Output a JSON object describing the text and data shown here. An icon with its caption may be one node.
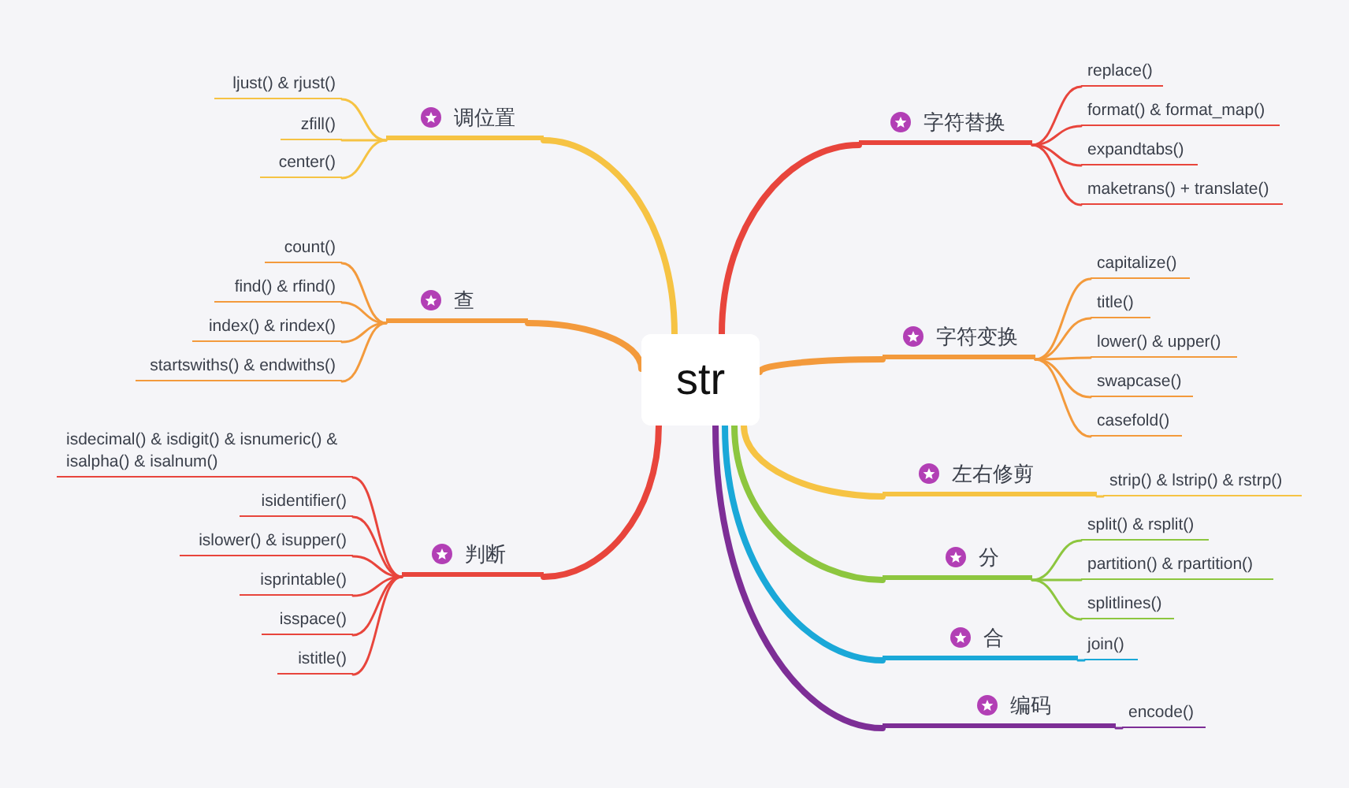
{
  "diagram": {
    "nodes": [
      {
        "text": [
          "str"
        ]
      },
      {
        "text": [
          "调位置"
        ]
      },
      {
        "text": [
          "ljust() & rjust()"
        ]
      },
      {
        "text": [
          "zfill()"
        ]
      },
      {
        "text": [
          "center()"
        ]
      },
      {
        "text": [
          "查"
        ]
      },
      {
        "text": [
          "count()"
        ]
      },
      {
        "text": [
          "find() & rfind()"
        ]
      },
      {
        "text": [
          "index() & rindex()"
        ]
      },
      {
        "text": [
          "startswiths() & endwiths()"
        ]
      },
      {
        "text": [
          "判断"
        ]
      },
      {
        "text": [
          "isdecimal() & isdigit() & isnumeric() & isalpha() & isalnum()"
        ]
      },
      {
        "text": [
          "isidentifier()"
        ]
      },
      {
        "text": [
          "islower() & isupper()"
        ]
      },
      {
        "text": [
          "isprintable()"
        ]
      },
      {
        "text": [
          "isspace()"
        ]
      },
      {
        "text": [
          "istitle()"
        ]
      },
      {
        "text": [
          "字符替换"
        ]
      },
      {
        "text": [
          "replace()"
        ]
      },
      {
        "text": [
          "format() & format_map()"
        ]
      },
      {
        "text": [
          "expandtabs()"
        ]
      },
      {
        "text": [
          "maketrans() + translate()"
        ]
      },
      {
        "text": [
          "字符变换"
        ]
      },
      {
        "text": [
          "capitalize()"
        ]
      },
      {
        "text": [
          "title()"
        ]
      },
      {
        "text": [
          "lower() & upper()"
        ]
      },
      {
        "text": [
          "swapcase()"
        ]
      },
      {
        "text": [
          "casefold()"
        ]
      },
      {
        "text": [
          "左右修剪"
        ]
      },
      {
        "text": [
          "strip() & lstrip() & rstrp()"
        ]
      },
      {
        "text": [
          "分"
        ]
      },
      {
        "text": [
          "split() & rsplit()"
        ]
      },
      {
        "text": [
          "partition() & rpartition()"
        ]
      },
      {
        "text": [
          "splitlines()"
        ]
      },
      {
        "text": [
          "合"
        ]
      },
      {
        "text": [
          "join()"
        ]
      },
      {
        "text": [
          "编码"
        ]
      },
      {
        "text": [
          "encode()"
        ]
      }
    ],
    "edges": [
      {
        "from": 0,
        "to": 1,
        "arrow": "none",
        "style": "thick",
        "color": "#f6c343"
      },
      {
        "from": 1,
        "to": 2,
        "arrow": "none",
        "color": "#f6c343"
      },
      {
        "from": 1,
        "to": 3,
        "arrow": "none",
        "color": "#f6c343"
      },
      {
        "from": 1,
        "to": 4,
        "arrow": "none",
        "color": "#f6c343"
      },
      {
        "from": 0,
        "to": 5,
        "arrow": "none",
        "style": "thick",
        "color": "#f39a3c"
      },
      {
        "from": 5,
        "to": 6,
        "arrow": "none",
        "color": "#f39a3c"
      },
      {
        "from": 5,
        "to": 7,
        "arrow": "none",
        "color": "#f39a3c"
      },
      {
        "from": 5,
        "to": 8,
        "arrow": "none",
        "color": "#f39a3c"
      },
      {
        "from": 5,
        "to": 9,
        "arrow": "none",
        "color": "#f39a3c"
      },
      {
        "from": 0,
        "to": 10,
        "arrow": "none",
        "style": "thick",
        "color": "#e8453c"
      },
      {
        "from": 10,
        "to": 11,
        "arrow": "none",
        "color": "#e8453c"
      },
      {
        "from": 10,
        "to": 12,
        "arrow": "none",
        "color": "#e8453c"
      },
      {
        "from": 10,
        "to": 13,
        "arrow": "none",
        "color": "#e8453c"
      },
      {
        "from": 10,
        "to": 14,
        "arrow": "none",
        "color": "#e8453c"
      },
      {
        "from": 10,
        "to": 15,
        "arrow": "none",
        "color": "#e8453c"
      },
      {
        "from": 10,
        "to": 16,
        "arrow": "none",
        "color": "#e8453c"
      },
      {
        "from": 0,
        "to": 17,
        "arrow": "none",
        "style": "thick",
        "color": "#e8453c"
      },
      {
        "from": 17,
        "to": 18,
        "arrow": "none",
        "color": "#e8453c"
      },
      {
        "from": 17,
        "to": 19,
        "arrow": "none",
        "color": "#e8453c"
      },
      {
        "from": 17,
        "to": 20,
        "arrow": "none",
        "color": "#e8453c"
      },
      {
        "from": 17,
        "to": 21,
        "arrow": "none",
        "color": "#e8453c"
      },
      {
        "from": 0,
        "to": 22,
        "arrow": "none",
        "style": "thick",
        "color": "#f39a3c"
      },
      {
        "from": 22,
        "to": 23,
        "arrow": "none",
        "color": "#f39a3c"
      },
      {
        "from": 22,
        "to": 24,
        "arrow": "none",
        "color": "#f39a3c"
      },
      {
        "from": 22,
        "to": 25,
        "arrow": "none",
        "color": "#f39a3c"
      },
      {
        "from": 22,
        "to": 26,
        "arrow": "none",
        "color": "#f39a3c"
      },
      {
        "from": 22,
        "to": 27,
        "arrow": "none",
        "color": "#f39a3c"
      },
      {
        "from": 0,
        "to": 28,
        "arrow": "none",
        "style": "thick",
        "color": "#f6c343"
      },
      {
        "from": 28,
        "to": 29,
        "arrow": "none",
        "color": "#f6c343"
      },
      {
        "from": 0,
        "to": 30,
        "arrow": "none",
        "style": "thick",
        "color": "#8dc63f"
      },
      {
        "from": 30,
        "to": 31,
        "arrow": "none",
        "color": "#8dc63f"
      },
      {
        "from": 30,
        "to": 32,
        "arrow": "none",
        "color": "#8dc63f"
      },
      {
        "from": 30,
        "to": 33,
        "arrow": "none",
        "color": "#8dc63f"
      },
      {
        "from": 0,
        "to": 34,
        "arrow": "none",
        "style": "thick",
        "color": "#1aa8d8"
      },
      {
        "from": 34,
        "to": 35,
        "arrow": "none",
        "color": "#1aa8d8"
      },
      {
        "from": 0,
        "to": 36,
        "arrow": "none",
        "style": "thick",
        "color": "#7d2e96"
      },
      {
        "from": 36,
        "to": 37,
        "arrow": "none",
        "color": "#7d2e96"
      }
    ]
  }
}
